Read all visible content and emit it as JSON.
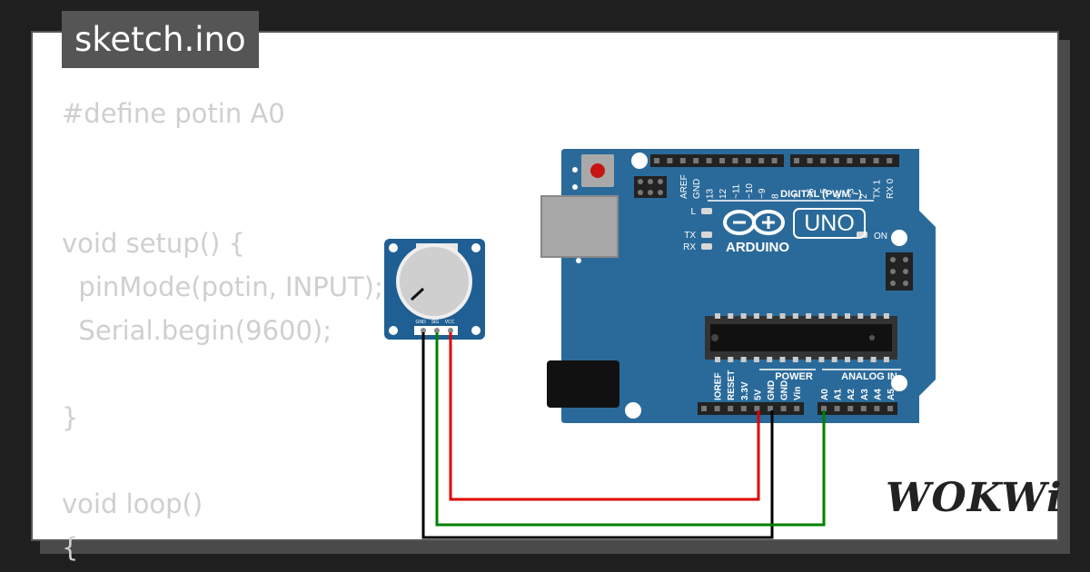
{
  "file_tab": {
    "label": "sketch.ino"
  },
  "code": {
    "lines": [
      "#define potin A0",
      "",
      "",
      "void setup() {",
      "  pinMode(potin, INPUT);",
      "  Serial.begin(9600);",
      "",
      "}",
      "",
      "void loop()",
      "{"
    ]
  },
  "potentiometer": {
    "pin_labels": [
      "GND",
      "SIG",
      "VCC"
    ]
  },
  "arduino": {
    "model": "UNO",
    "brand": "ARDUINO",
    "digital_header_label": "DIGITAL (PWM ~)",
    "power_header_label": "POWER",
    "analog_header_label": "ANALOG IN",
    "digital_pins": [
      "AREF",
      "GND",
      "13",
      "12",
      "~11",
      "~10",
      "~9",
      "8",
      "7",
      "~6",
      "~5",
      "4",
      "~3",
      "2",
      "TX 1",
      "RX 0"
    ],
    "power_pins": [
      "IOREF",
      "RESET",
      "3.3V",
      "5V",
      "GND",
      "GND",
      "Vin"
    ],
    "analog_pins": [
      "A0",
      "A1",
      "A2",
      "A3",
      "A4",
      "A5"
    ],
    "led_labels": {
      "l": "L",
      "tx": "TX",
      "rx": "RX",
      "on": "ON"
    },
    "board_color": "#2a6a9a"
  },
  "wires": {
    "vcc_color": "#e00000",
    "gnd_color": "#000000",
    "sig_color": "#008000"
  },
  "brand_logo": {
    "text": "WOKWi"
  }
}
